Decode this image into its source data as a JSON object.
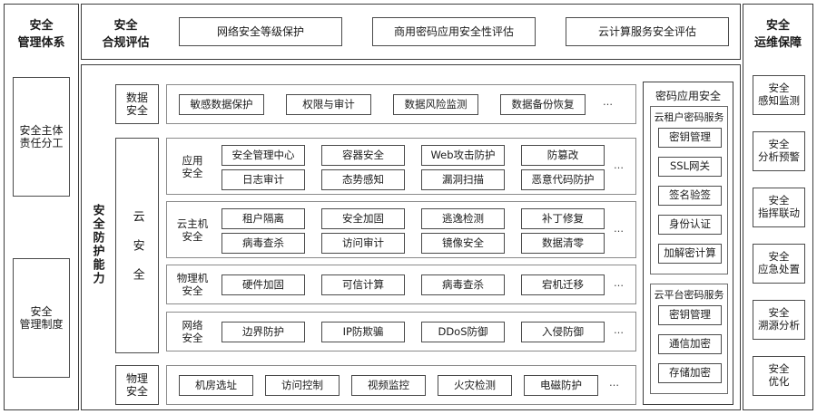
{
  "management": {
    "title": "安全\n管理体系",
    "items": [
      {
        "label": "安全主体\n责任分工"
      },
      {
        "label": "安全\n管理制度"
      }
    ]
  },
  "compliance": {
    "title": "安全\n合规评估",
    "items": [
      {
        "label": "网络安全等级保护"
      },
      {
        "label": "商用密码应用安全性评估"
      },
      {
        "label": "云计算服务安全评估"
      }
    ]
  },
  "protection": {
    "title": "安全防护能力",
    "groups": [
      {
        "label": "数据\n安全",
        "rows": [
          {
            "label": "",
            "chips": [
              "敏感数据保护",
              "权限与审计",
              "数据风险监测",
              "数据备份恢复"
            ],
            "ellipsis": "…"
          }
        ]
      },
      {
        "label": "云\n安\n全",
        "rows": [
          {
            "label": "应用\n安全",
            "chips": [
              "安全管理中心",
              "容器安全",
              "Web攻击防护",
              "防篡改",
              "日志审计",
              "态势感知",
              "漏洞扫描",
              "恶意代码防护"
            ],
            "ellipsis": "…"
          },
          {
            "label": "云主机\n安全",
            "chips": [
              "租户隔离",
              "安全加固",
              "逃逸检测",
              "补丁修复",
              "病毒查杀",
              "访问审计",
              "镜像安全",
              "数据清零"
            ],
            "ellipsis": "…"
          },
          {
            "label": "物理机\n安全",
            "chips": [
              "硬件加固",
              "可信计算",
              "病毒查杀",
              "宕机迁移"
            ],
            "ellipsis": "…"
          },
          {
            "label": "网络\n安全",
            "chips": [
              "边界防护",
              "IP防欺骗",
              "DDoS防御",
              "入侵防御"
            ],
            "ellipsis": "…"
          }
        ]
      },
      {
        "label": "物理\n安全",
        "rows": [
          {
            "label": "",
            "chips": [
              "机房选址",
              "访问控制",
              "视频监控",
              "火灾检测",
              "电磁防护"
            ],
            "ellipsis": "…"
          }
        ]
      }
    ]
  },
  "crypto": {
    "title": "密码应用安全",
    "groups": [
      {
        "title": "云租户密码服务",
        "items": [
          "密钥管理",
          "SSL网关",
          "签名验签",
          "身份认证",
          "加解密计算"
        ]
      },
      {
        "title": "云平台密码服务",
        "items": [
          "密钥管理",
          "通信加密",
          "存储加密"
        ]
      }
    ]
  },
  "operations": {
    "title": "安全\n运维保障",
    "items": [
      {
        "label": "安全\n感知监测"
      },
      {
        "label": "安全\n分析预警"
      },
      {
        "label": "安全\n指挥联动"
      },
      {
        "label": "安全\n应急处置"
      },
      {
        "label": "安全\n溯源分析"
      },
      {
        "label": "安全\n优化"
      }
    ]
  },
  "colors": {
    "border_outer": "#3c3c3c",
    "border_box": "#4a4a4a",
    "border_light": "#8a8a8a",
    "background": "#ffffff",
    "text": "#1a1a1a"
  }
}
